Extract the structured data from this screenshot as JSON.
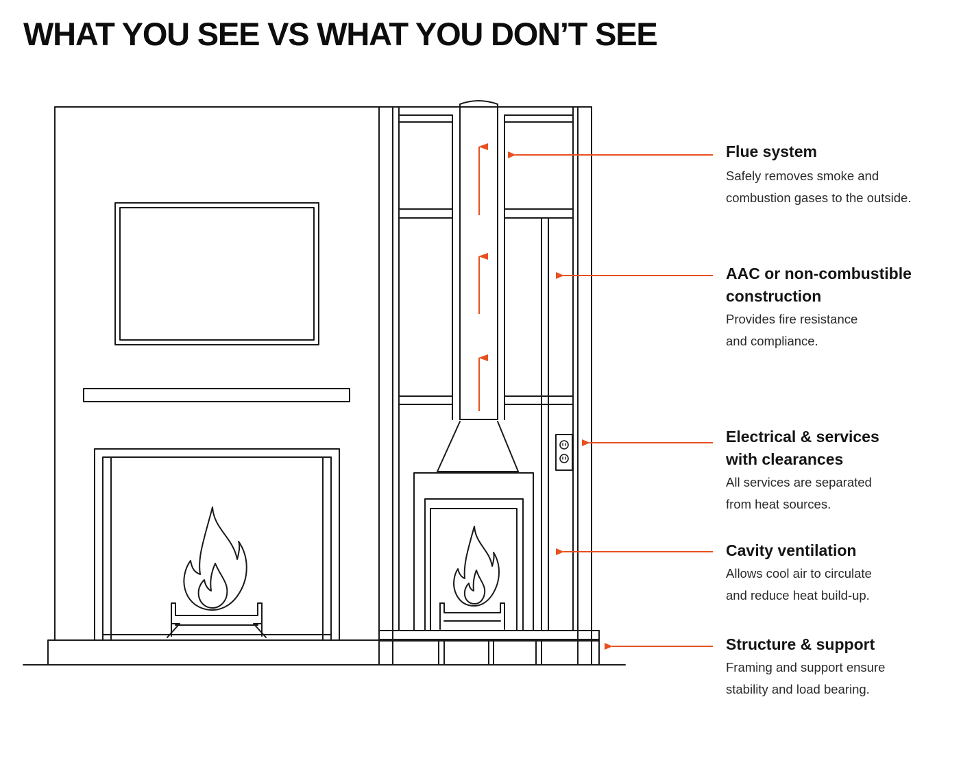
{
  "title": "WHAT YOU SEE VS WHAT YOU DON’T SEE",
  "colors": {
    "accent": "#e8501e",
    "line": "#1a1a1a",
    "background": "#ffffff"
  },
  "callouts": [
    {
      "title": "Flue system",
      "desc_lines": [
        "Safely removes smoke and",
        "combustion gases to the outside."
      ]
    },
    {
      "title_lines": [
        "AAC or non-combustible",
        "construction"
      ],
      "desc_lines": [
        "Provides fire resistance",
        "and compliance."
      ]
    },
    {
      "title_lines": [
        "Electrical & services",
        "with clearances"
      ],
      "desc_lines": [
        "All services are separated",
        "from heat sources."
      ]
    },
    {
      "title": "Cavity ventilation",
      "desc_lines": [
        "Allows cool air to circulate",
        "and reduce heat build-up."
      ]
    },
    {
      "title": "Structure & support",
      "desc_lines": [
        "Framing and support ensure",
        "stability and load bearing."
      ]
    }
  ],
  "icons": {
    "fire": "flame-icon",
    "outlet": "power-outlet-icon",
    "arrow": "arrow-left-icon"
  }
}
